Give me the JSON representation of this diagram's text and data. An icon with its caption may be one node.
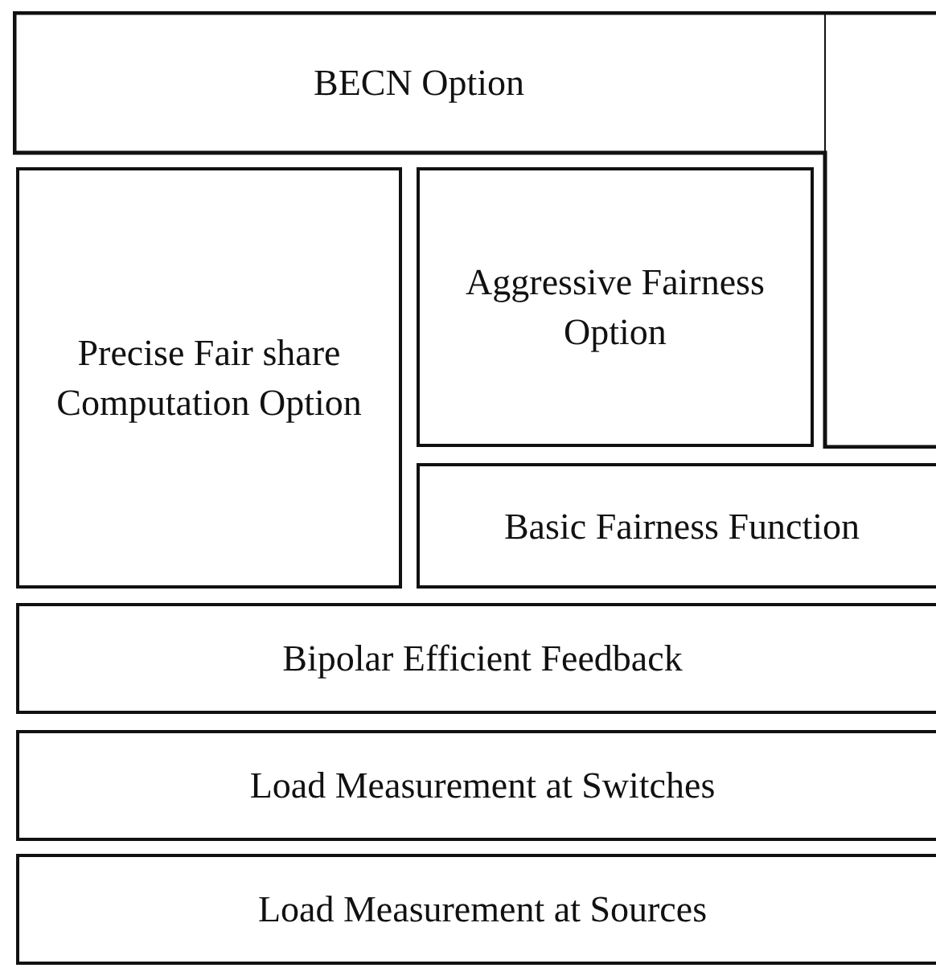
{
  "diagram": {
    "nodes": [
      {
        "text": [
          "BECN Option"
        ]
      },
      {
        "text": [
          "Precise Fair share Computation Option"
        ]
      },
      {
        "text": [
          "Aggressive Fairness Option"
        ]
      },
      {
        "text": [
          "Basic Fairness Function"
        ]
      },
      {
        "text": [
          "Bipolar Efficient Feedback"
        ]
      },
      {
        "text": [
          "Load Measurement at Switches"
        ]
      },
      {
        "text": [
          "Load Measurement at Sources"
        ]
      }
    ]
  }
}
